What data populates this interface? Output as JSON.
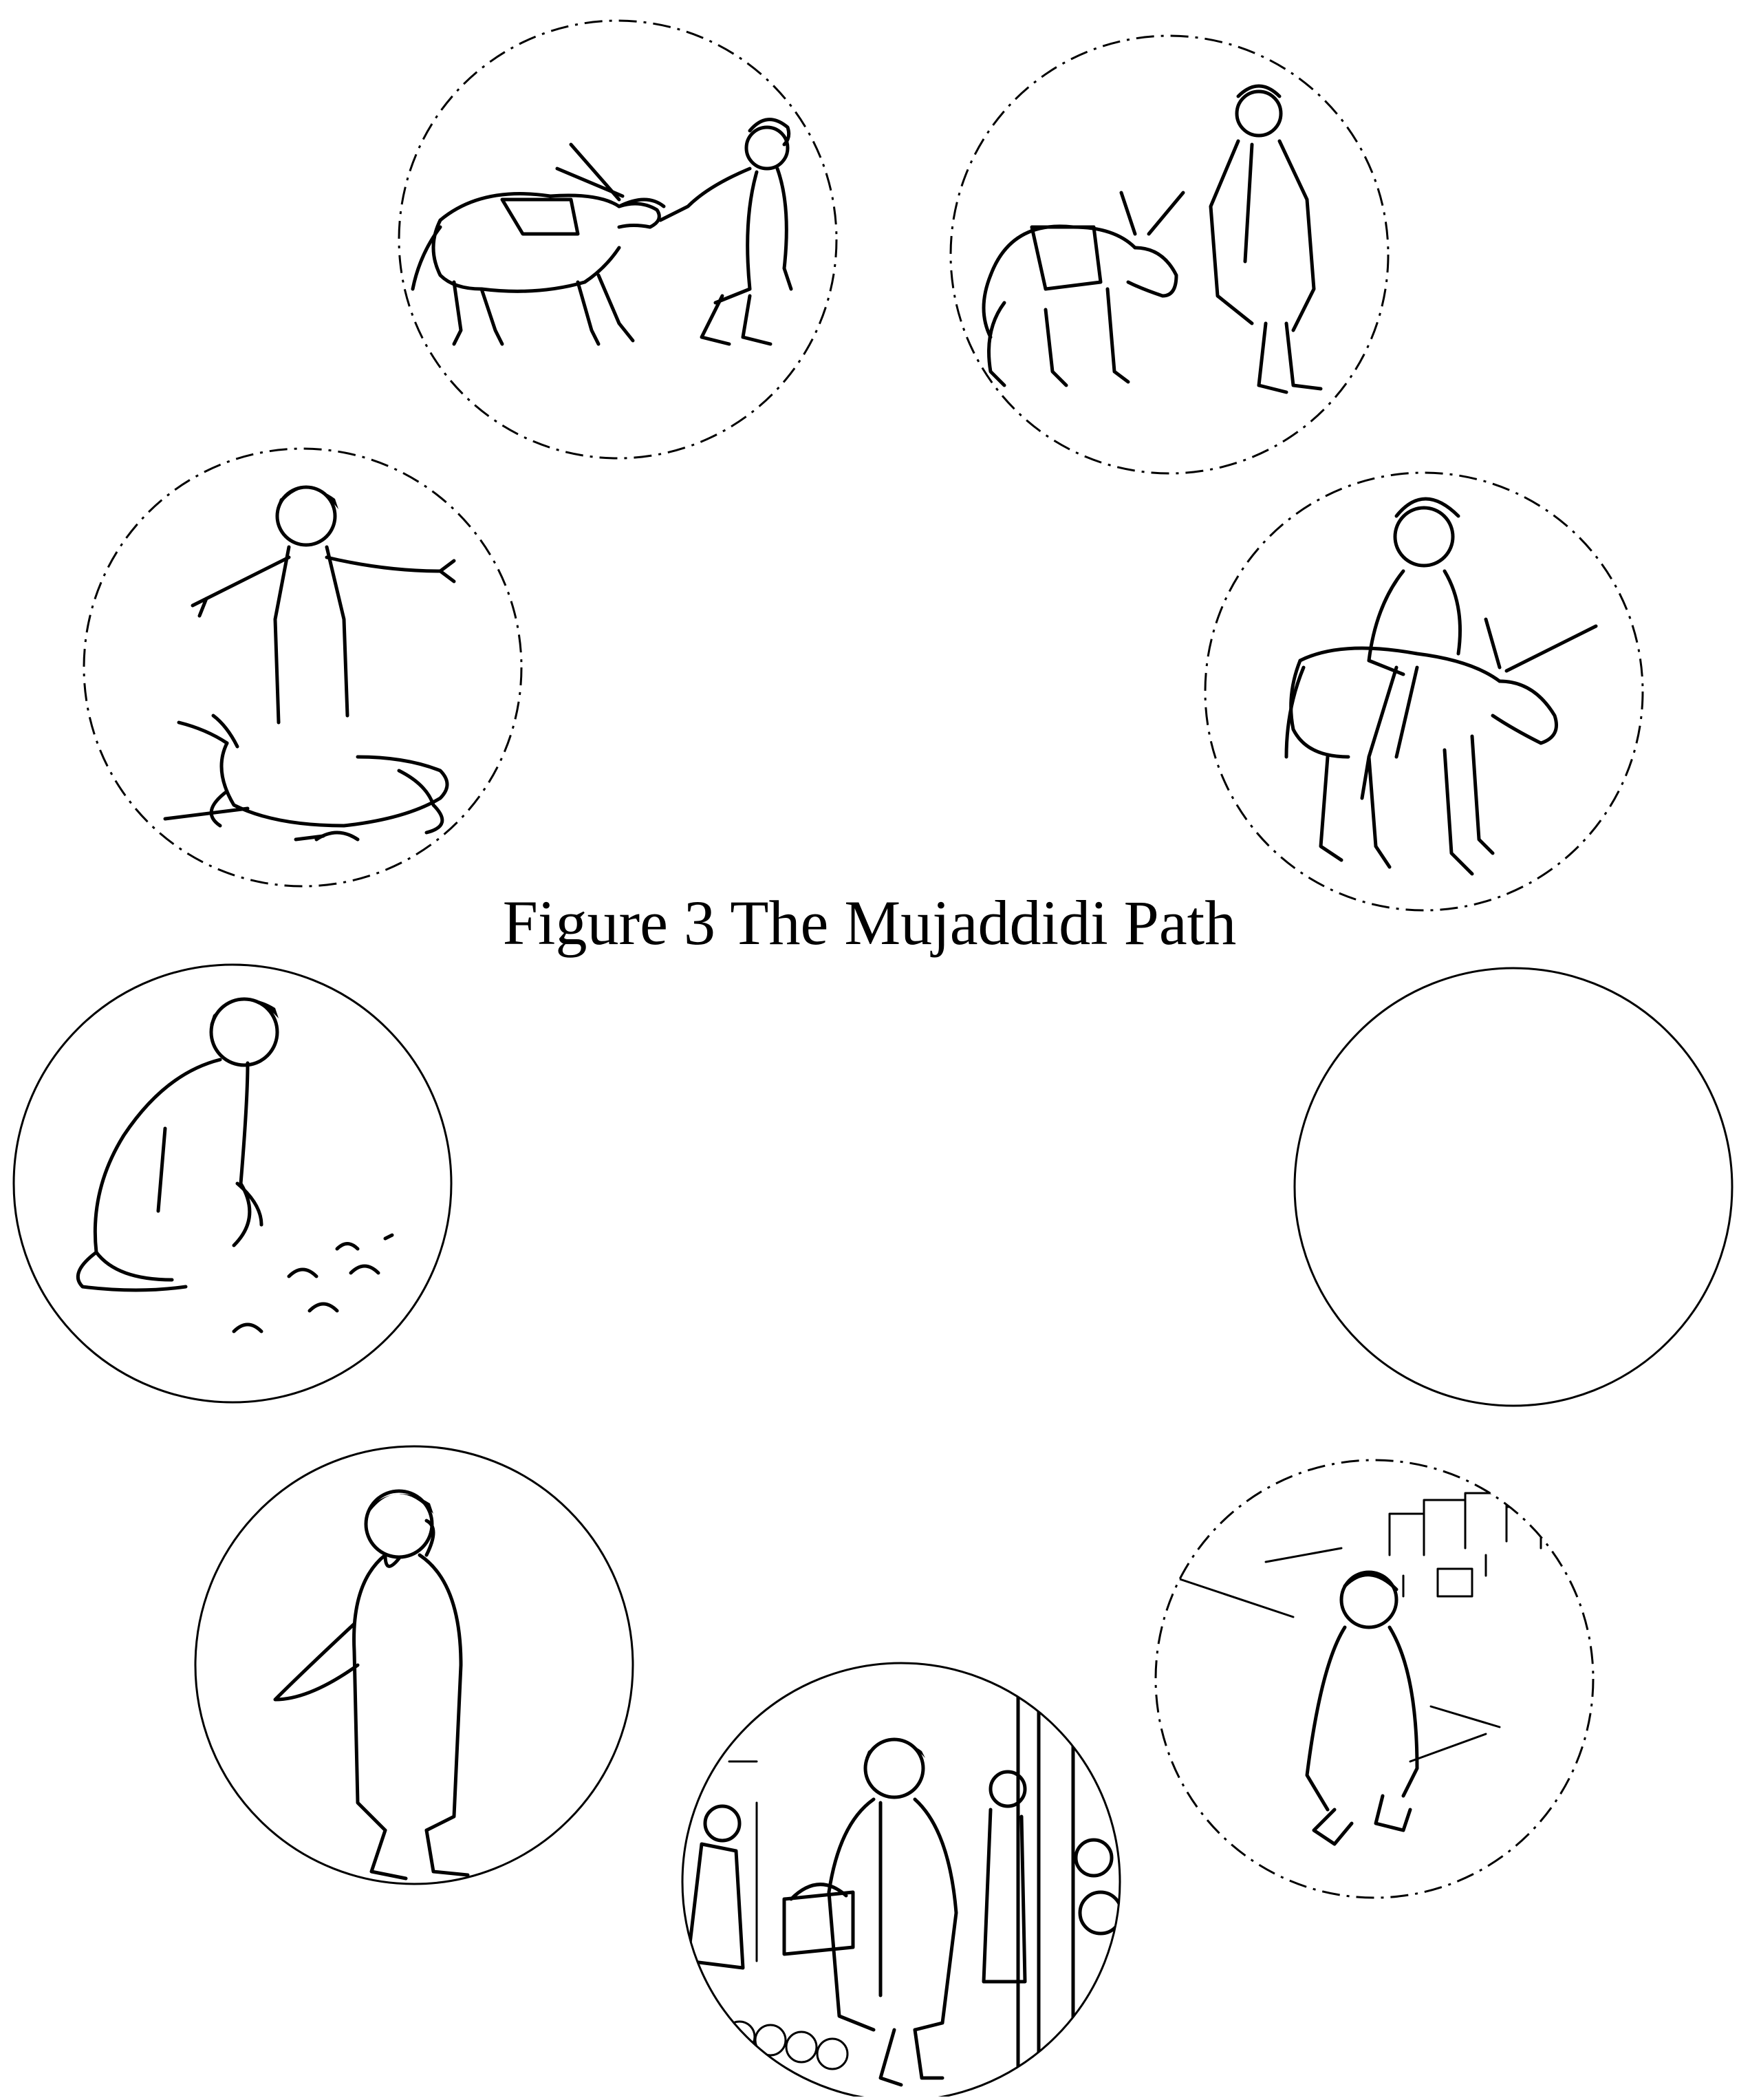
{
  "figure": {
    "caption": "Figure 3 The Mujaddidi Path",
    "ink_color": "#000000",
    "background_color": "#ffffff",
    "panels": [
      {
        "id": "panel-1",
        "scene": "man-pulling-donkey-icon"
      },
      {
        "id": "panel-2",
        "scene": "man-standing-by-donkey-icon"
      },
      {
        "id": "panel-3",
        "scene": "man-riding-donkey-icon"
      },
      {
        "id": "panel-4",
        "scene": "empty-circle"
      },
      {
        "id": "panel-5",
        "scene": "man-walking-to-town-icon"
      },
      {
        "id": "panel-6",
        "scene": "man-in-bazaar-icon"
      },
      {
        "id": "panel-7",
        "scene": "man-thinking-icon"
      },
      {
        "id": "panel-8",
        "scene": "man-looking-at-hoofprints-icon"
      },
      {
        "id": "panel-9",
        "scene": "man-with-lying-donkey-icon"
      }
    ]
  }
}
